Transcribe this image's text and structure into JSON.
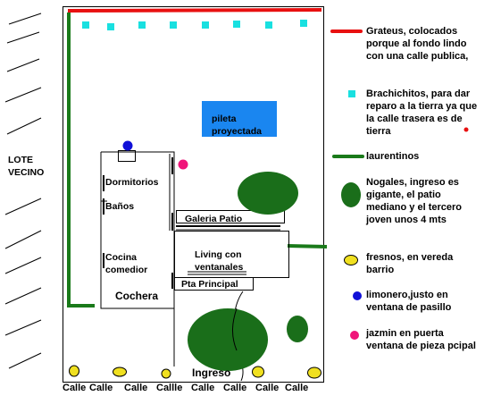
{
  "rooms": {
    "dormitorios": "Dormitorios",
    "banos": "Baños",
    "cocina": "Cocina\ncomedior",
    "cochera": "Cochera",
    "galeria": "Galeria Patio",
    "living": "Living con\nventanales",
    "pta_principal": "Pta Principal",
    "ingreso": "Ingreso",
    "pileta": "pileta\nproyectada",
    "lote_vecino": "LOTE\nVECINO"
  },
  "legend": [
    {
      "key": "grateus",
      "text": "Grateus, colocados\nporque al fondo lindo\ncon una calle publica,"
    },
    {
      "key": "brachichitos",
      "text": "Brachichitos, para dar\nreparo a la tierra ya que\nla calle trasera es de\ntierra"
    },
    {
      "key": "laurentinos",
      "text": "laurentinos"
    },
    {
      "key": "nogales",
      "text": "Nogales, ingreso es\ngigante, el patio\nmediano y el tercero\njoven unos 4 mts"
    },
    {
      "key": "fresnos",
      "text": "fresnos, en vereda\nbarrio"
    },
    {
      "key": "limonero",
      "text": "limonero,justo en\nventana de pasillo"
    },
    {
      "key": "jazmin",
      "text": "jazmin en puerta\nventana de pieza pcipal"
    }
  ],
  "street": [
    "Calle",
    "Calle",
    "Calle",
    "Callle",
    "Calle",
    "Calle",
    "Calle",
    "Calle"
  ],
  "colors": {
    "grateus": "#e81010",
    "brachichitos": "#19e0e0",
    "laurentinos": "#1a7a1a",
    "nogales": "#1a6e1a",
    "fresnos": "#f0e020",
    "limonero": "#1010d8",
    "jazmin": "#f0157a",
    "pileta": "#1a86f0",
    "dot": "#e81010"
  }
}
